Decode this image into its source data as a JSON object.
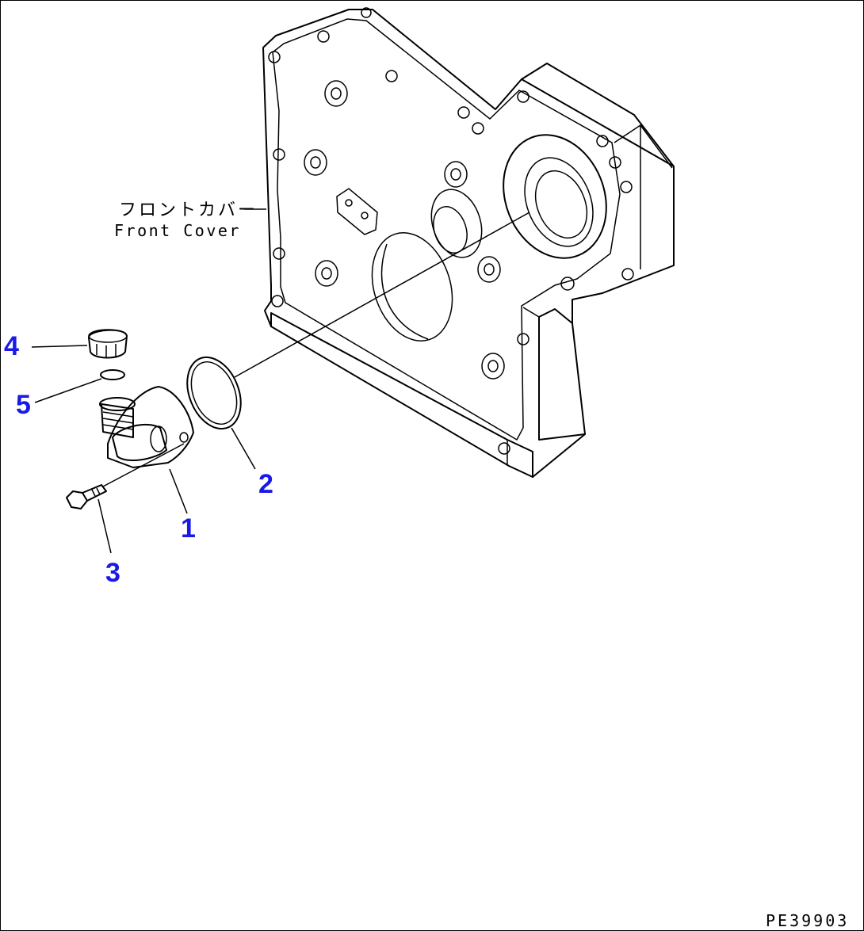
{
  "labels": {
    "front_cover_jp": "フロントカバー",
    "front_cover_en": "Front Cover",
    "drawing_code": "PE39903"
  },
  "callouts": [
    {
      "id": "1",
      "text": "1"
    },
    {
      "id": "2",
      "text": "2"
    },
    {
      "id": "3",
      "text": "3"
    },
    {
      "id": "4",
      "text": "4"
    },
    {
      "id": "5",
      "text": "5"
    }
  ],
  "colors": {
    "callout": "#1a1ae6",
    "line": "#000000",
    "background": "#ffffff"
  }
}
